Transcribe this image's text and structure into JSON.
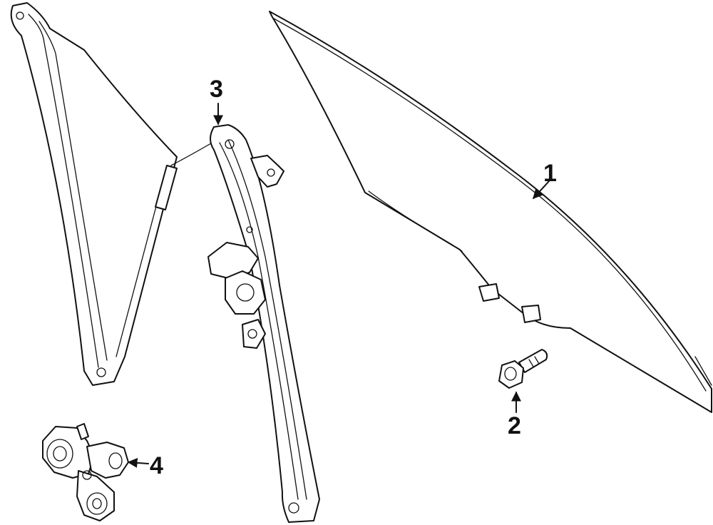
{
  "callouts": {
    "glass": "1",
    "bolt": "2",
    "regulator": "3",
    "motor": "4"
  },
  "colors": {
    "line": "#111111",
    "background": "#ffffff"
  }
}
